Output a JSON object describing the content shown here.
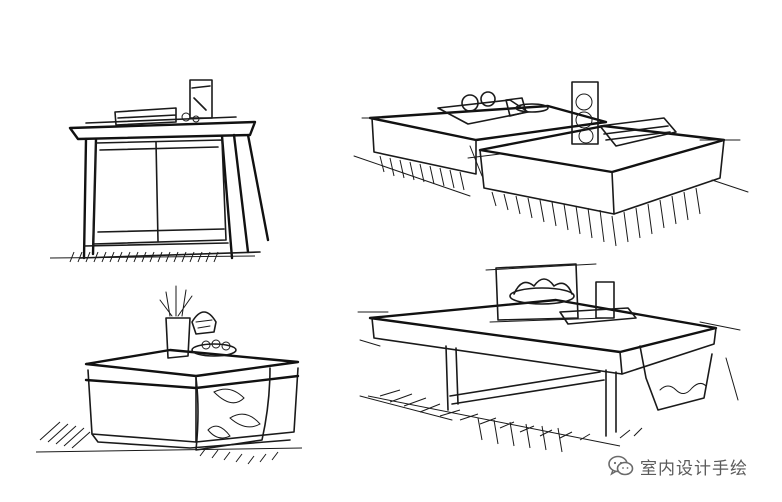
{
  "watermark": {
    "text": "室内设计手绘",
    "icon": "wechat-icon"
  },
  "sketches": [
    "cabinet-side-table",
    "double-block-coffee-table",
    "draped-cloth-side-table",
    "stacked-slab-coffee-table"
  ],
  "colors": {
    "ink": "#1a1a1a",
    "paper": "#ffffff",
    "watermark": "#5a5a5a"
  }
}
